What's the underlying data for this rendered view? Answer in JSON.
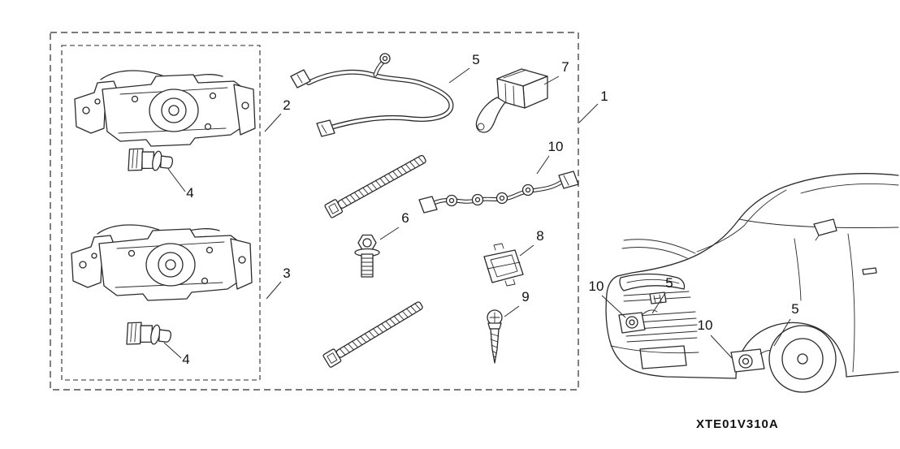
{
  "diagram": {
    "code": "XTE01V310A",
    "callouts": {
      "kit": "1",
      "bracket_upper": "2",
      "bracket_lower": "3",
      "bulb_upper": "4",
      "bulb_lower": "4",
      "harness": "5",
      "bolt": "6",
      "switch": "7",
      "clip": "8",
      "screw": "9",
      "subharness": "10",
      "car_left_fog": "10",
      "car_left_harness": "5",
      "car_right_fog": "10",
      "car_right_harness": "5"
    }
  }
}
